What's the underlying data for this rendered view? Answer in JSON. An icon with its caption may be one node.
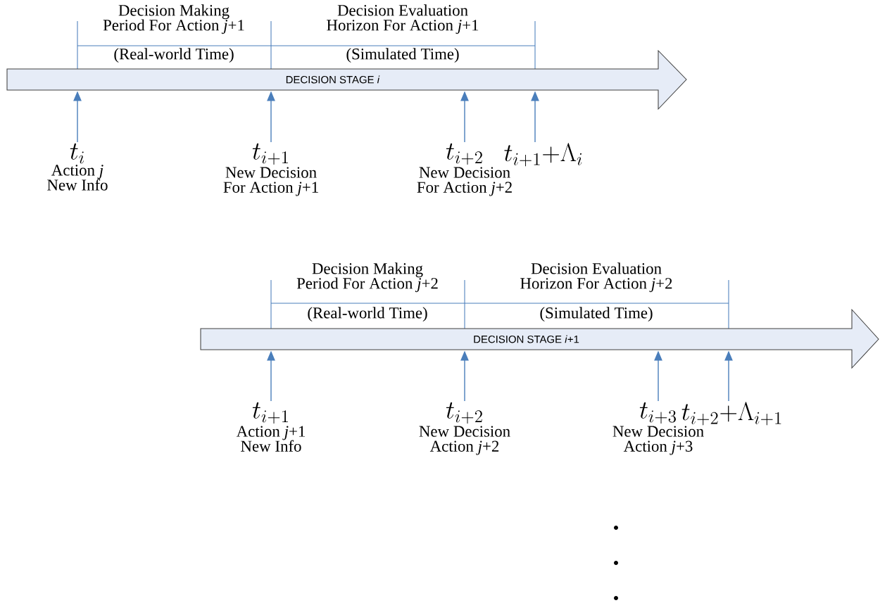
{
  "diagram": {
    "nodes": [
      {
        "text": [
          "DECISION STAGE *i*"
        ]
      },
      {
        "text": [
          "t_{i}",
          "Action *j* New Info"
        ]
      },
      {
        "text": [
          "t_{i+1}",
          "New Decision For Action *j*+1"
        ]
      },
      {
        "text": [
          "t_{i+2}",
          "New Decision For Action *j*+2"
        ]
      },
      {
        "text": [
          "t_{i+1}{+}\\Lambda_{i}"
        ]
      },
      {
        "text": [
          "DECISION STAGE *i*+1"
        ]
      },
      {
        "text": [
          "t_{i+1}",
          "Action *j*+1 New Info"
        ]
      },
      {
        "text": [
          "t_{i+2}",
          "New Decision Action *j*+2"
        ]
      },
      {
        "text": [
          "t_{i+3}",
          "New Decision Action *j*+3"
        ]
      },
      {
        "text": [
          "t_{i+2}{+}\\Lambda_{i+1}"
        ]
      }
    ],
    "edges": [
      {
        "from": 1,
        "to": 0,
        "arrow": "to"
      },
      {
        "from": 2,
        "to": 0,
        "arrow": "to"
      },
      {
        "from": 3,
        "to": 0,
        "arrow": "to"
      },
      {
        "from": 4,
        "to": 0,
        "arrow": "to"
      },
      {
        "from": 6,
        "to": 5,
        "arrow": "to"
      },
      {
        "from": 7,
        "to": 5,
        "arrow": "to"
      },
      {
        "from": 8,
        "to": 5,
        "arrow": "to"
      },
      {
        "from": 9,
        "to": 5,
        "arrow": "to"
      }
    ],
    "labels": [
      "Decision Making Period For Action *j*+1",
      "(Real-world Time)",
      "Decision Evaluation Horizon For Action *j*+1",
      "(Simulated Time)",
      "Decision Making Period For Action *j*+2",
      "(Real-world Time)",
      "Decision Evaluation Horizon For Action *j*+2",
      "(Simulated Time)"
    ]
  }
}
